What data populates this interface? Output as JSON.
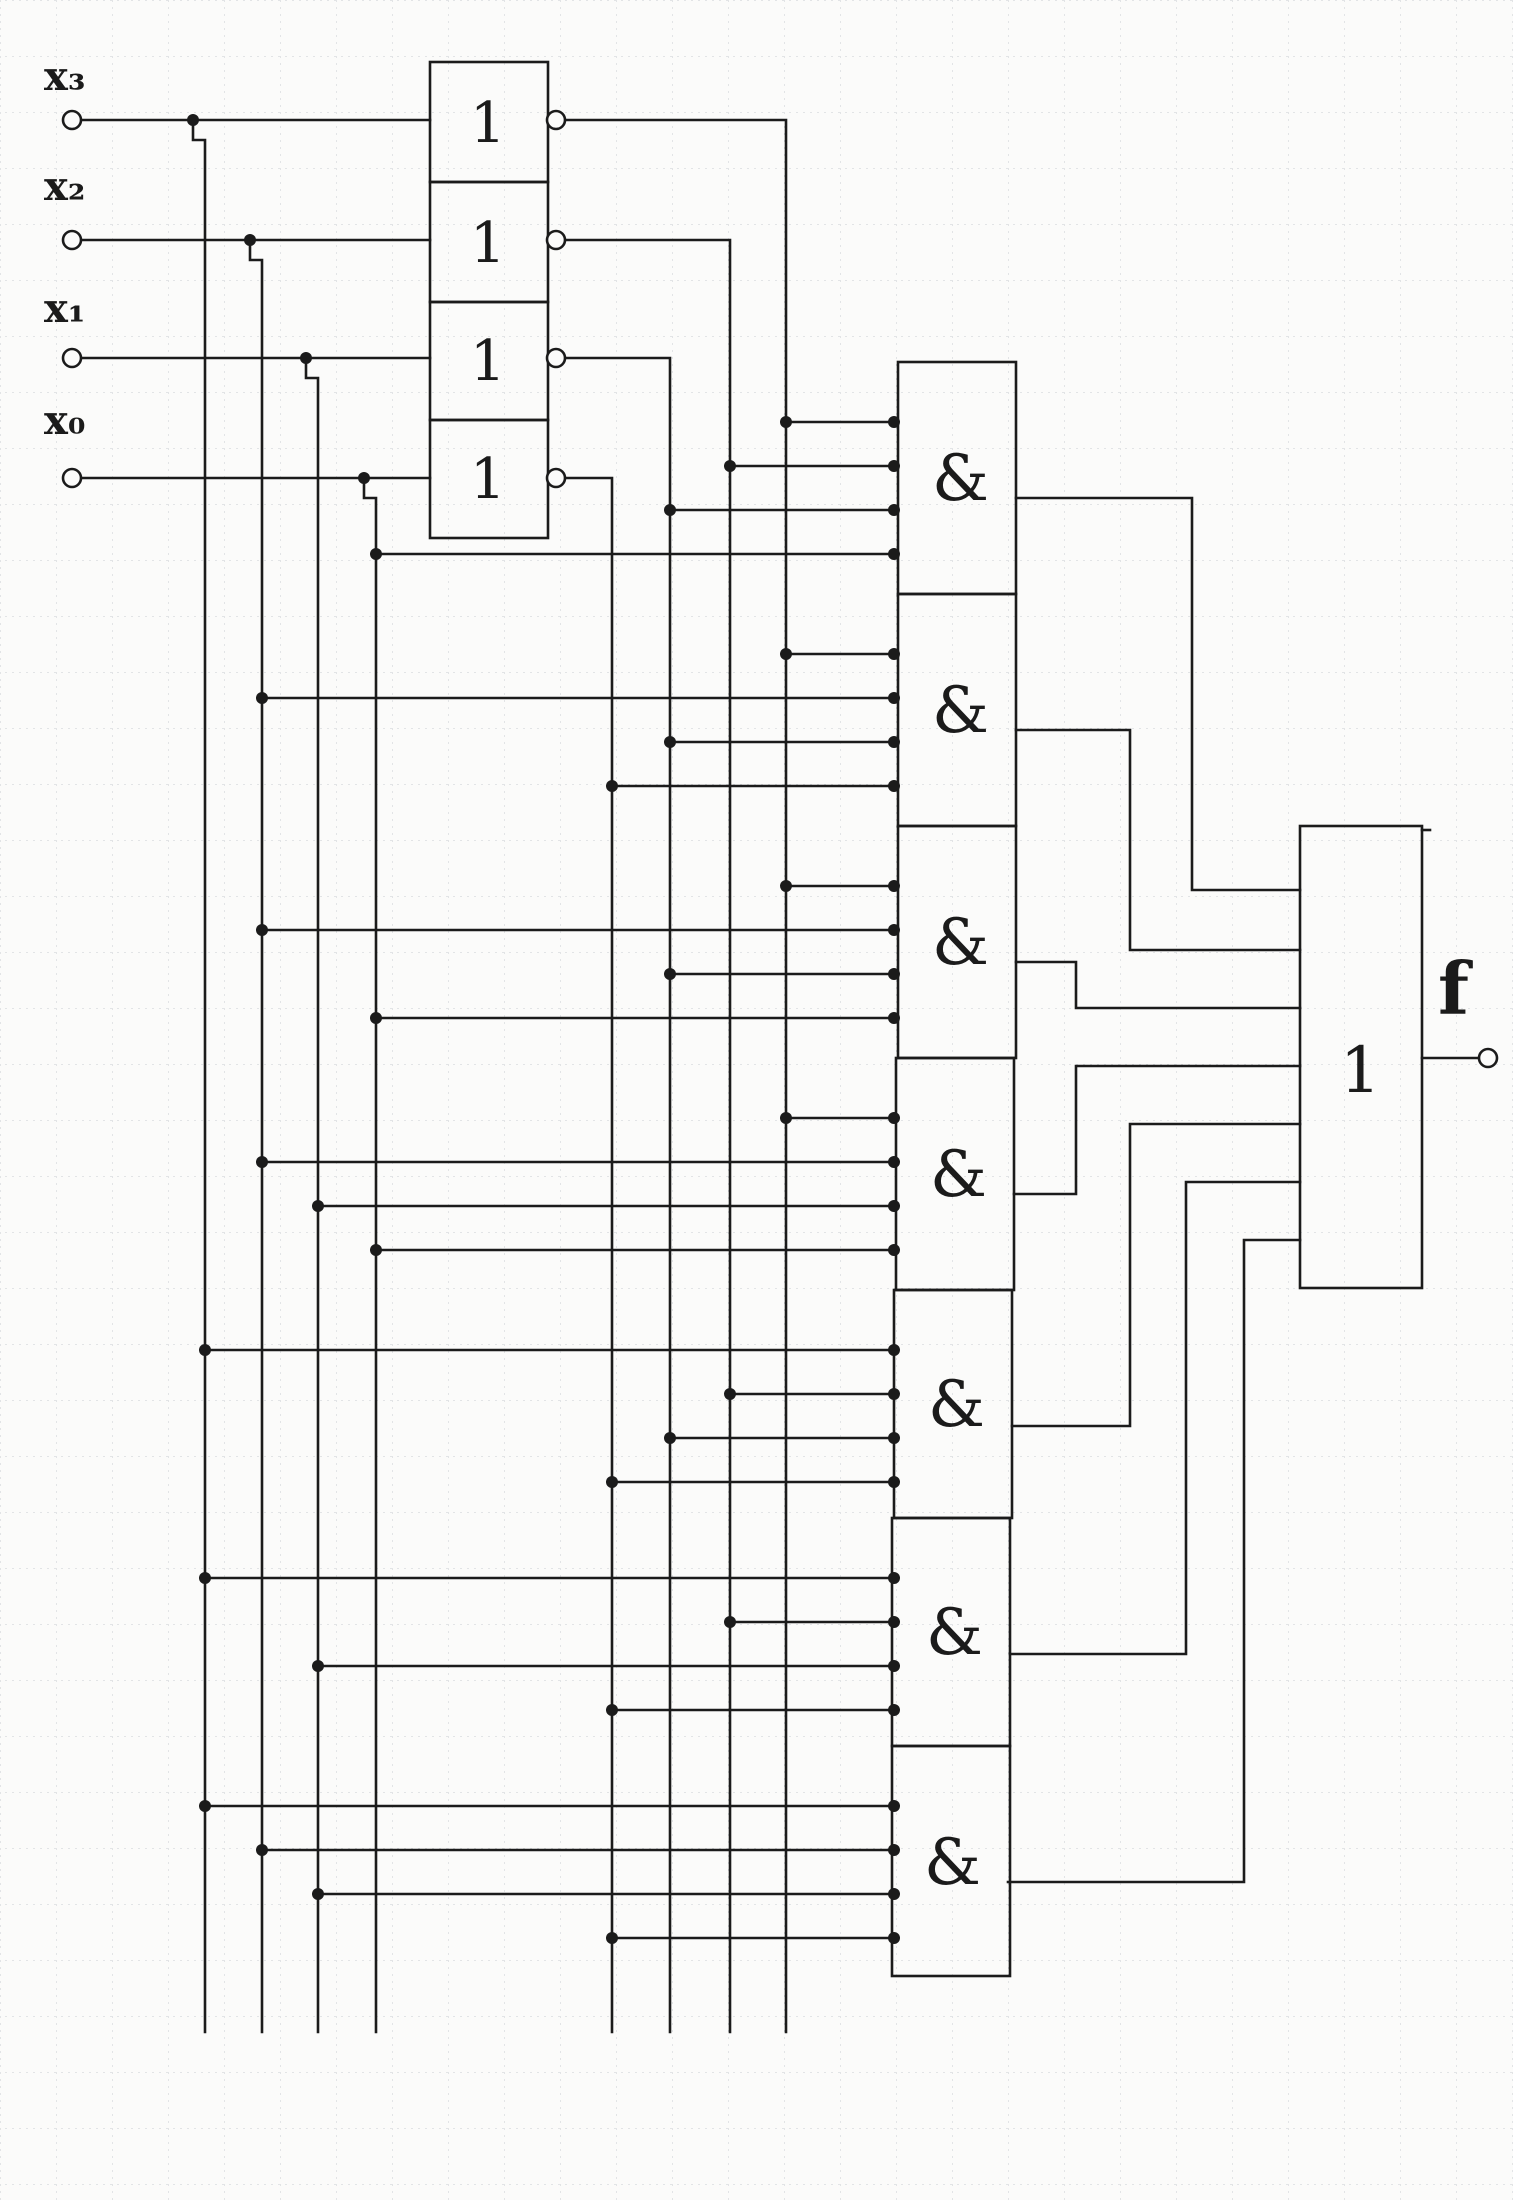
{
  "diagram": {
    "inputs": [
      {
        "label": "x₃"
      },
      {
        "label": "x₂"
      },
      {
        "label": "x₁"
      },
      {
        "label": "x₀"
      }
    ],
    "inverter_symbol": "1",
    "and_symbol": "&",
    "or_symbol": "1",
    "output_label": "f",
    "and_gate_count": 7
  }
}
